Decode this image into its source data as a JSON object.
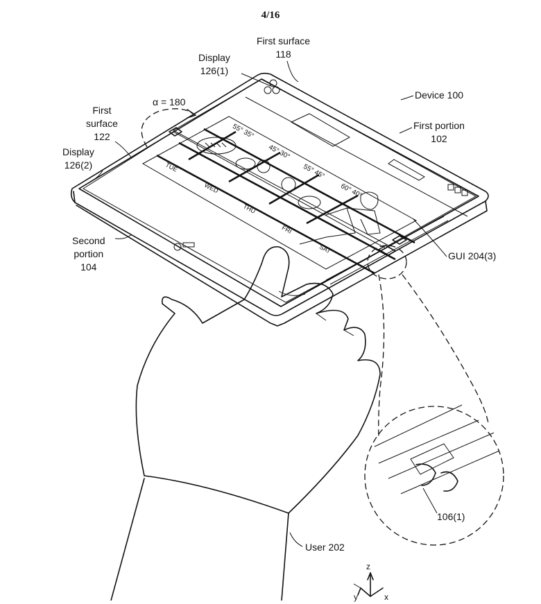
{
  "sheet": {
    "page_number": "4/16"
  },
  "labels": {
    "first_surface_118": [
      "First surface",
      "118"
    ],
    "display_126_1": [
      "Display",
      "126(1)"
    ],
    "device_100": "Device 100",
    "first_portion_102": [
      "First portion",
      "102"
    ],
    "alpha": "α = 180",
    "first_surface_122": [
      "First",
      "surface",
      "122"
    ],
    "display_126_2": [
      "Display",
      "126(2)"
    ],
    "second_portion_104": [
      "Second",
      "portion",
      "104"
    ],
    "gui_204_3": "GUI 204(3)",
    "hinge_106_1": "106(1)",
    "user_202": "User 202"
  },
  "weather_gui": {
    "days": [
      "TUE",
      "WED",
      "THU",
      "FRI",
      "SAT"
    ],
    "temps": [
      "55° 35°",
      "45° 30°",
      "55° 45°",
      "60° 40°"
    ]
  },
  "axes": {
    "z": "z",
    "x": "x",
    "y": "y"
  }
}
